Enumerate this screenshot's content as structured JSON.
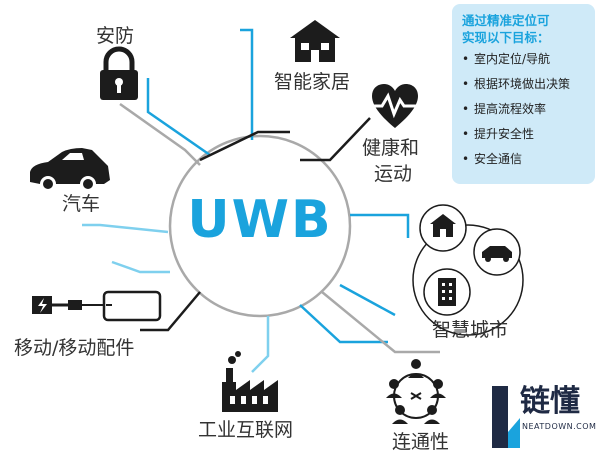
{
  "center": {
    "label": "UWB"
  },
  "nodes": [
    {
      "id": "security",
      "label": "安防",
      "icon": "padlock-icon"
    },
    {
      "id": "smart-home",
      "label": "智能家居",
      "icon": "house-icon"
    },
    {
      "id": "health",
      "label_line1": "健康和",
      "label_line2": "运动",
      "icon": "heartbeat-icon"
    },
    {
      "id": "automotive",
      "label": "汽车",
      "icon": "car-icon"
    },
    {
      "id": "smart-city",
      "label": "智慧城市",
      "icon": "city-cluster-icon"
    },
    {
      "id": "mobile",
      "label": "移动/移动配件",
      "icon": "phone-charger-icon"
    },
    {
      "id": "iiot",
      "label": "工业互联网",
      "icon": "factory-icon"
    },
    {
      "id": "connectivity",
      "label": "连通性",
      "icon": "network-people-icon"
    }
  ],
  "goals": {
    "title_line1": "通过精准定位可",
    "title_line2": "实现以下目标：",
    "items": [
      "室内定位/导航",
      "根据环境做出决策",
      "提高流程效率",
      "提升安全性",
      "安全通信"
    ]
  },
  "logo": {
    "title": "链懂",
    "subtitle": "NEATDOWN.COM"
  },
  "colors": {
    "accent_blue": "#1aa3dd",
    "light_blue": "#7fd0ee",
    "dark_line": "#1c1c1c",
    "gray_line": "#a9a9a9",
    "goals_bg": "#cfeaf8",
    "logo_navy": "#1f2a44"
  }
}
